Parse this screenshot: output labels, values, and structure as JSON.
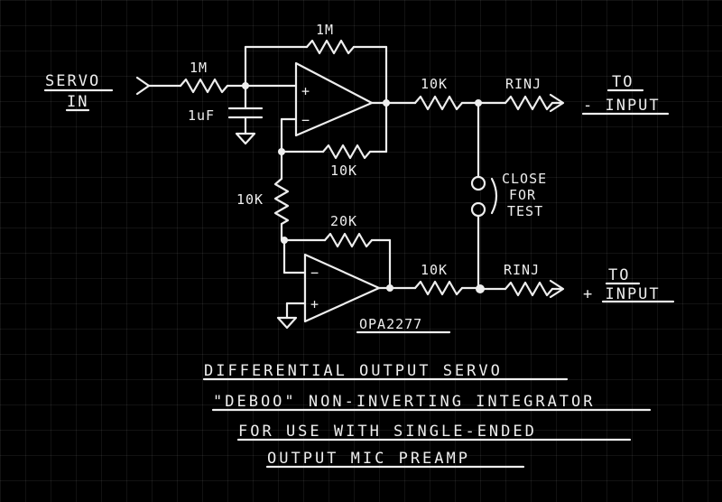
{
  "labels": {
    "servo_in_1": "SERVO",
    "servo_in_2": "IN",
    "r_in": "1M",
    "r_fb_top": "1M",
    "cap": "1uF",
    "r_out_top": "10K",
    "r_inj_top": "RINJ",
    "to_top_1": "TO",
    "to_top_2": "- INPUT",
    "r_fb_mid": "10K",
    "close_1": "CLOSE",
    "close_2": "FOR",
    "close_3": "TEST",
    "r_div": "10K",
    "r_fb_bot": "20K",
    "r_out_bot": "10K",
    "r_inj_bot": "RINJ",
    "to_bot_1": "TO",
    "to_bot_2": "+ INPUT",
    "plus_top": "+",
    "minus_top": "−",
    "minus_bot": "−",
    "plus_bot": "+",
    "opamp": "OPA2277"
  },
  "caption": [
    "DIFFERENTIAL OUTPUT SERVO",
    "\"DEBOO\" NON-INVERTING INTEGRATOR",
    "FOR USE WITH SINGLE-ENDED",
    "OUTPUT MIC PREAMP"
  ],
  "colors": {
    "background": "#000000",
    "ink": "#eeeeee"
  }
}
